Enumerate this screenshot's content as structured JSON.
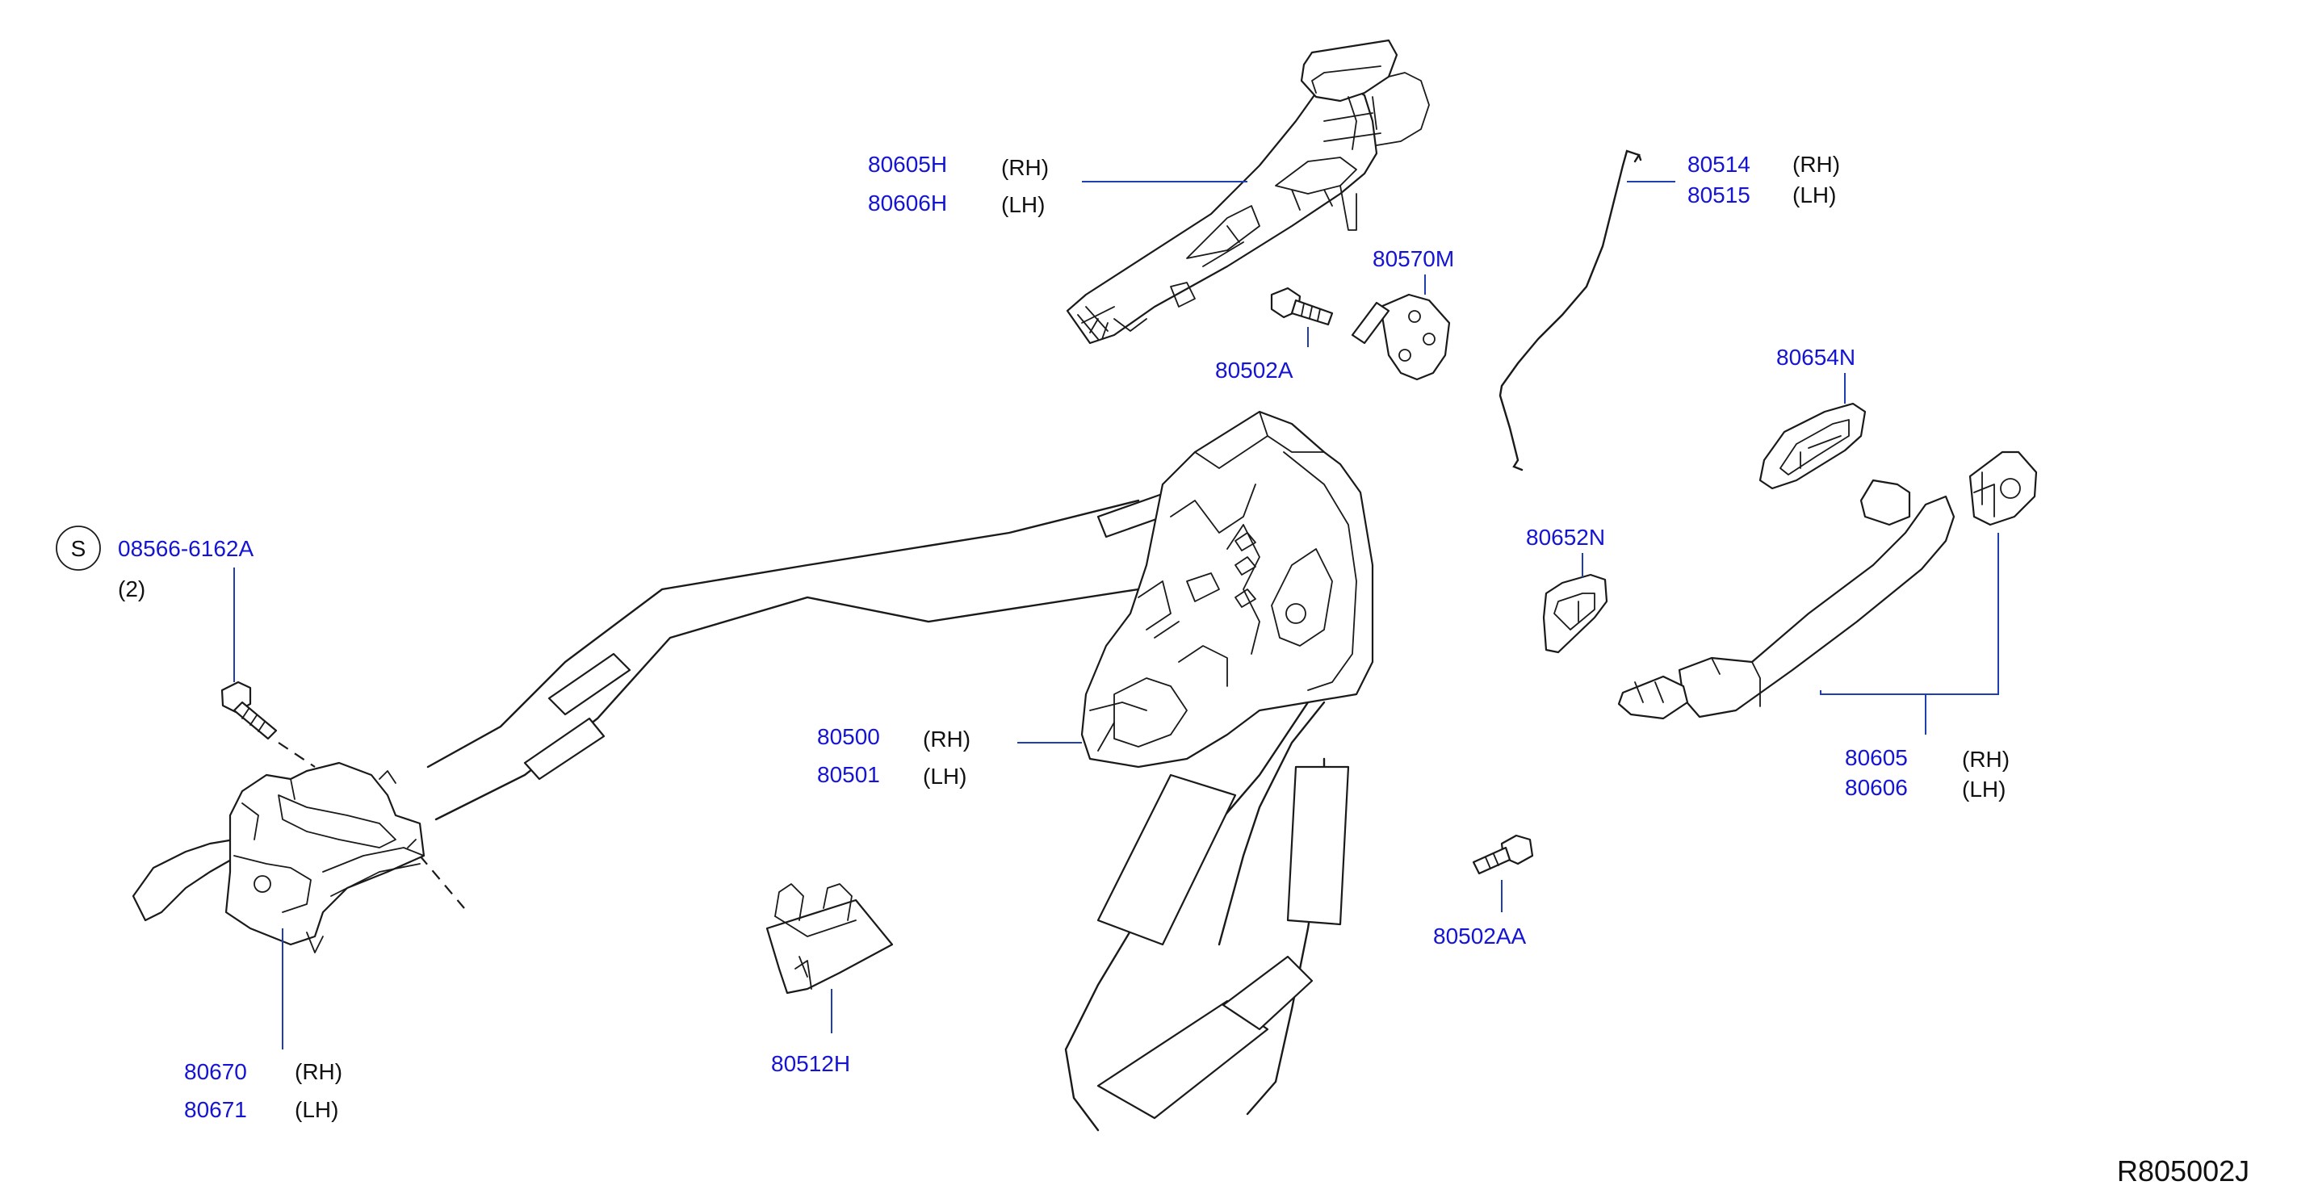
{
  "callouts": [
    {
      "part": "80605H",
      "side": "(RH)"
    },
    {
      "part": "80606H",
      "side": "(LH)"
    },
    {
      "part": "80514",
      "side": "(RH)"
    },
    {
      "part": "80515",
      "side": "(LH)"
    },
    {
      "part": "80570M",
      "side": ""
    },
    {
      "part": "80502A",
      "side": ""
    },
    {
      "part": "80654N",
      "side": ""
    },
    {
      "part": "08566-6162A",
      "side": "(2)"
    },
    {
      "part": "80652N",
      "side": ""
    },
    {
      "part": "80500",
      "side": "(RH)"
    },
    {
      "part": "80501",
      "side": "(LH)"
    },
    {
      "part": "80605",
      "side": "(RH)"
    },
    {
      "part": "80606",
      "side": "(LH)"
    },
    {
      "part": "80502AA",
      "side": ""
    },
    {
      "part": "80512H",
      "side": ""
    },
    {
      "part": "80670",
      "side": "(RH)"
    },
    {
      "part": "80671",
      "side": "(LH)"
    }
  ],
  "symbol_s": "S",
  "diagram_code": "R805002J",
  "icons": [
    "handle-frame-icon",
    "lock-rod-icon",
    "bolt-icon",
    "gasket-icon",
    "door-lock-actuator-icon",
    "inside-handle-icon",
    "outside-handle-icon",
    "escutcheon-icon",
    "clip-icon"
  ]
}
